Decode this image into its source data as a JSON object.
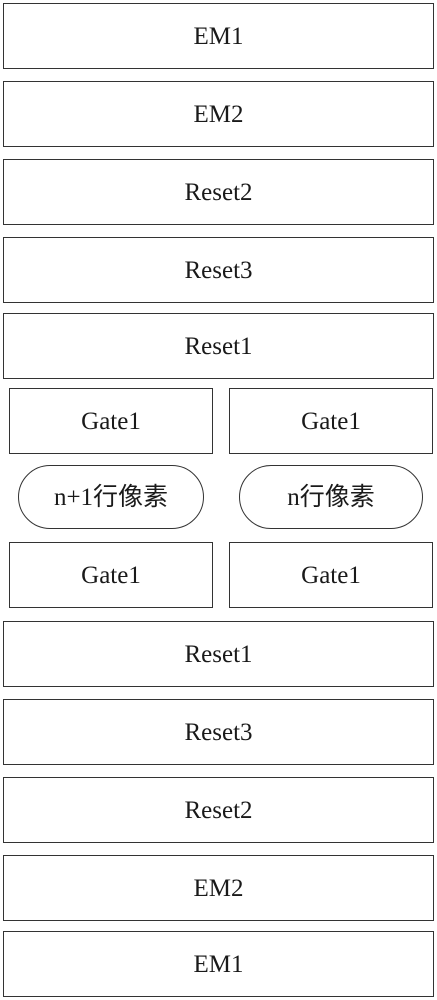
{
  "top_rows": [
    "EM1",
    "EM2",
    "Reset2",
    "Reset3",
    "Reset1"
  ],
  "upper_gates": {
    "left": "Gate1",
    "right": "Gate1"
  },
  "pixel_rows": {
    "left": "n+1行像素",
    "right": "n行像素"
  },
  "lower_gates": {
    "left": "Gate1",
    "right": "Gate1"
  },
  "bottom_rows": [
    "Reset1",
    "Reset3",
    "Reset2",
    "EM2",
    "EM1"
  ]
}
